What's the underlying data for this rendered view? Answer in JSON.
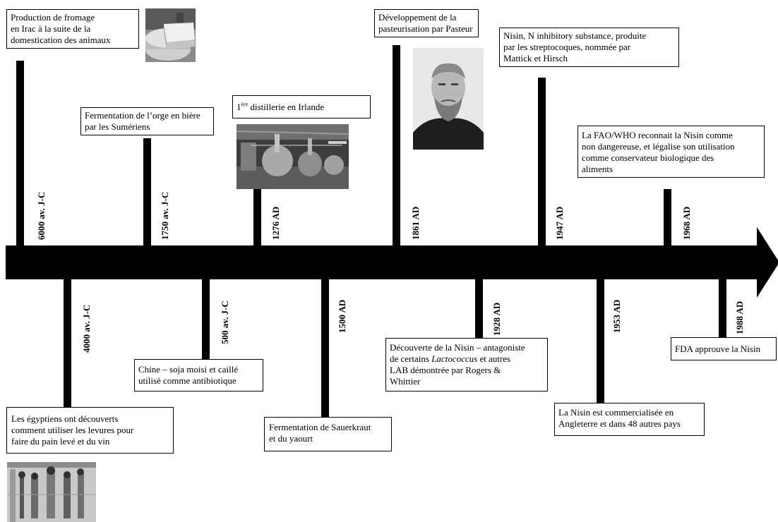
{
  "events_above": [
    {
      "date": "6000 av. J-C",
      "lines": [
        "Production de fromage",
        "en Irac à la suite de la",
        "domestication des animaux"
      ]
    },
    {
      "date": "1750 av. J-C",
      "lines": [
        "Fermentation de l’orge en bière",
        "par les Sumériens"
      ]
    },
    {
      "date": "1276 AD",
      "prefix": "1",
      "sup": "ère",
      "text": " distillerie en Irlande"
    },
    {
      "date": "1861 AD",
      "lines": [
        "Développement de la",
        "pasteurisation par Pasteur"
      ]
    },
    {
      "date": "1947 AD",
      "lines": [
        "Nisin, N inhibitory substance, produite",
        "par les streptocoques, nommée par",
        "Mattick et Hirsch"
      ]
    },
    {
      "date": "1968 AD",
      "lines": [
        "La FAO/WHO reconnait la Nisin comme",
        "non dangereuse, et légalise son utilisation",
        "comme conservateur biologique des",
        "aliments"
      ]
    }
  ],
  "events_below": [
    {
      "date": "4000 av. J-C",
      "lines": [
        "Les égyptiens ont découverts",
        "comment utiliser les levures pour",
        "faire du pain levé et du vin"
      ]
    },
    {
      "date": "500 av. J-C",
      "lines": [
        "Chine – soja moisi et caillé",
        "utilisé comme antibiotique"
      ]
    },
    {
      "date": "1500 AD",
      "lines": [
        "Fermentation de Sauerkraut",
        "et du yaourt"
      ]
    },
    {
      "date": "1928 AD",
      "line1": "Découverte de la Nisin – antagoniste",
      "line2_before": "de certains ",
      "line2_italic": "Lactococcus",
      "line2_after": " et autres",
      "line3": "LAB démontrée par Rogers &",
      "line4": "Whittier"
    },
    {
      "date": "1953 AD",
      "lines": [
        "La Nisin est commercialisée en",
        "Angleterre et dans 48 autres pays"
      ]
    },
    {
      "date": "1988 AD",
      "lines": [
        "FDA approuve la Nisin"
      ]
    }
  ],
  "colors": {
    "axis": "#000000",
    "background": "#ffffff"
  },
  "images": [
    "cheese-photo",
    "distillery-photo",
    "pasteur-portrait",
    "egyptian-fresco"
  ]
}
